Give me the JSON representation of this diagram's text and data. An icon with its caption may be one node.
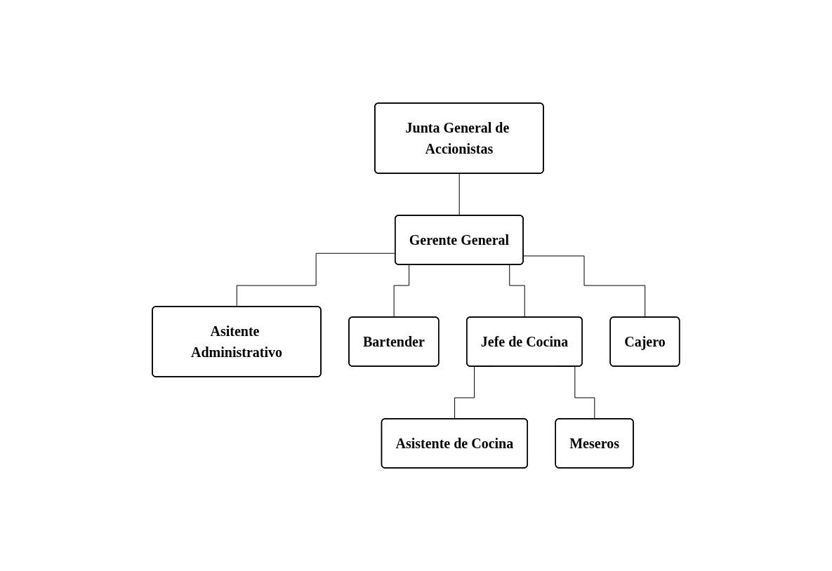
{
  "diagram": {
    "nodes": [
      {
        "text": [
          "Junta General de Accionistas"
        ]
      },
      {
        "text": [
          "Gerente General"
        ]
      },
      {
        "text": [
          "Asitente Administrativo"
        ]
      },
      {
        "text": [
          "Bartender"
        ]
      },
      {
        "text": [
          "Jefe de Cocina"
        ]
      },
      {
        "text": [
          "Cajero"
        ]
      },
      {
        "text": [
          "Asistente de Cocina"
        ]
      },
      {
        "text": [
          "Meseros"
        ]
      }
    ],
    "edges": [
      {
        "from": 0,
        "to": 1,
        "arrow": "none"
      },
      {
        "from": 1,
        "to": 2,
        "arrow": "none"
      },
      {
        "from": 1,
        "to": 3,
        "arrow": "none"
      },
      {
        "from": 1,
        "to": 4,
        "arrow": "none"
      },
      {
        "from": 1,
        "to": 5,
        "arrow": "none"
      },
      {
        "from": 4,
        "to": 6,
        "arrow": "none"
      },
      {
        "from": 4,
        "to": 7,
        "arrow": "none"
      }
    ]
  }
}
